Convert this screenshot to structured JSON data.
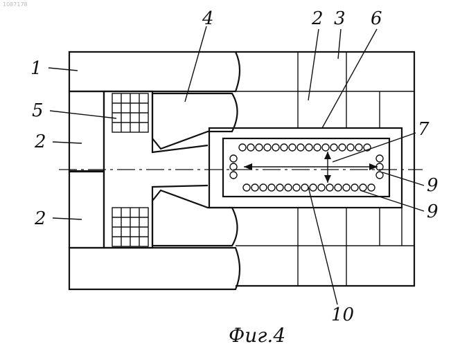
{
  "figure": {
    "caption": "Фиг.4",
    "corner_mark": "1087178",
    "labels": {
      "l1": "1",
      "l2a": "2",
      "l3": "3",
      "l6": "6",
      "l4": "4",
      "l5": "5",
      "l2b": "2",
      "l7": "7",
      "l2c": "2",
      "l9a": "9",
      "l9b": "9",
      "l10": "10"
    }
  }
}
